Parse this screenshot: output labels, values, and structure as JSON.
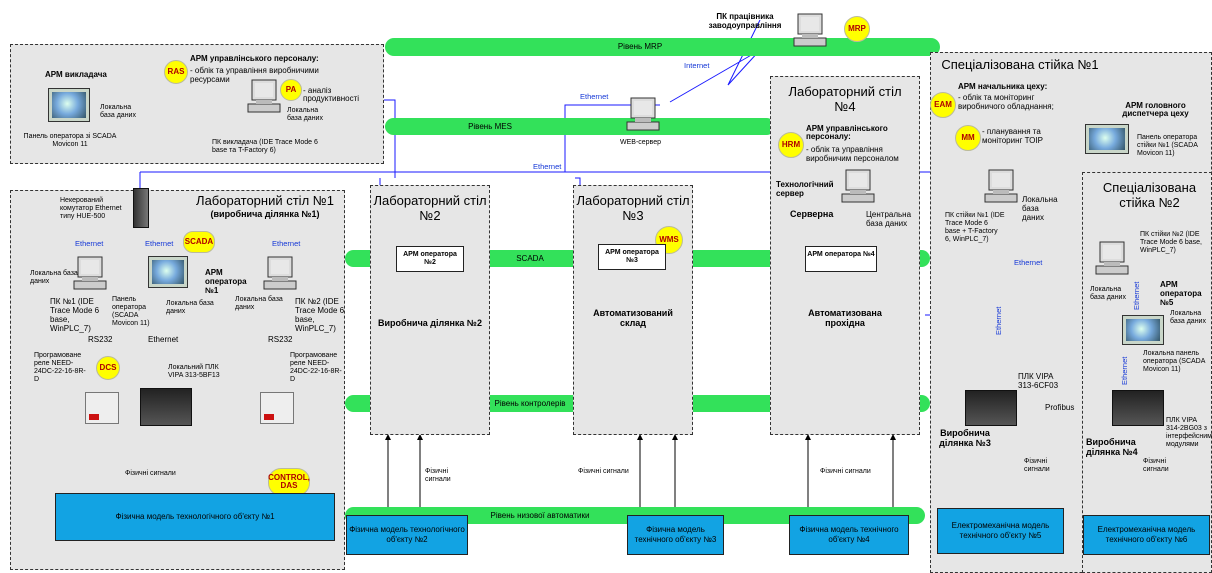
{
  "bands": {
    "mrp": "Рівень MRP",
    "mes": "Рівень MES",
    "scada": "SCADA",
    "controllers": "Рівень контролерів",
    "low": "Рівень низової автоматики"
  },
  "network": {
    "internet": "Internet",
    "ethernet": "Ethernet",
    "profibus": "Profibus",
    "rs232": "RS232"
  },
  "top": {
    "mrp_pc": "ПК працівника заводоуправління",
    "mrp_badge": "MRP",
    "teacher_title": "АРМ викладача",
    "teacher_db": "Локальна база даних",
    "teacher_panel": "Панель оператора зі SCADA Movicon 11",
    "mgmt_title": "АРМ управлінського персоналу:",
    "mgmt_desc": "- облік та управління виробничими ресурсами",
    "ras": "RAS",
    "pa": "PA",
    "pa_desc": "- аналіз продуктивності",
    "mgmt_db": "Локальна база даних",
    "mgmt_pc": "ПК викладача (IDE Trace Mode 6 base та T-Factory 6)",
    "web": "WEB-сервер"
  },
  "lab1": {
    "title": "Лабораторний стіл №1",
    "subtitle": "(виробнича ділянка №1)",
    "switch": "Некерований комутатор Ethernet типу HUE-500",
    "scada": "SCADA",
    "db_left": "Локальна база даних",
    "pc1": "ПК №1 (IDE Trace Mode 6 base, WinPLC_7)",
    "panel": "Панель оператора (SCADA Movicon 11)",
    "arm": "АРМ оператора №1",
    "db_mid": "Локальна база даних",
    "db_right": "Локальна база даних",
    "pc2": "ПК №2 (IDE Trace Mode 6 base, WinPLC_7)",
    "relay1": "Програмоване реле NEED-24DC-22-16-8R-D",
    "dcs": "DCS",
    "plc": "Локальний ПЛК VIPA 313-5BF13",
    "relay2": "Програмоване реле NEED-24DC-22-16-8R-D",
    "signals": "Фізичні сигнали",
    "control": "CONTROL, DAS",
    "model": "Фізична модель технологічного об'єкту №1"
  },
  "lab2": {
    "title": "Лабораторний стіл №2",
    "op": "АРМ оператора №2",
    "area": "Виробнича ділянка №2",
    "signals": "Фізичні сигнали",
    "model": "Фізична модель технологічного об'єкту №2"
  },
  "lab3": {
    "title": "Лабораторний стіл №3",
    "op": "АРМ оператора №3",
    "wms": "WMS",
    "area": "Автоматизований склад",
    "signals": "Фізичні сигнали",
    "model": "Фізична модель технічного об'єкту №3"
  },
  "lab4": {
    "title": "Лабораторний стіл №4",
    "hrm": "HRM",
    "hr_title": "АРМ управлінського персоналу:",
    "hr_desc": "- облік та управління виробничим персоналом",
    "server": "Технологічний сервер",
    "server_room": "Серверна",
    "central_db": "Центральна база даних",
    "op": "АРМ оператора №4",
    "area": "Автоматизована прохідна",
    "signals": "Фізичні сигнали",
    "model": "Фізична модель технічного об'єкту №4"
  },
  "rack1": {
    "title": "Спеціалізована стійка №1",
    "chief": "АРМ начальника цеху:",
    "chief_desc": "- облік та моніторинг виробничого обладнання;",
    "eam": "EAM",
    "mm": "MM",
    "mm_desc": "- планування та моніторинг ТОІР",
    "dispatcher": "АРМ головного диспетчера цеху",
    "panel": "Панель оператора стійки №1 (SCADA Movicon 11)",
    "pc": "ПК стійки №1 (IDE Trace Mode 6 base + T-Factory 6, WinPLC_7)",
    "db": "Локальна база даних",
    "plc": "ПЛК VIPA 313-6CF03",
    "area": "Виробнича ділянка №3",
    "signals": "Фізичні сигнали",
    "model": "Електромеханічна модель технічного об'єкту №5"
  },
  "rack2": {
    "title": "Спеціалізована стійка №2",
    "pc": "ПК стійки №2 (IDE Trace Mode 6 base, WinPLC_7)",
    "arm": "АРМ оператора №5",
    "db1": "Локальна база даних",
    "db2": "Локальна база даних",
    "panel": "Локальна панель оператора (SCADA Movicon 11)",
    "plc": "ПЛК VIPA 314-2BG03 з інтерфейсними модулями",
    "area": "Виробнича ділянка №4",
    "signals": "Фізичні сигнали",
    "model": "Електромеханічна модель технічного об'єкту №6"
  },
  "colors": {
    "band": "#33e15a",
    "box": "#e6e6e6",
    "model": "#12a3e3",
    "badge": "#ffff00",
    "ethernet": "#1437d6"
  }
}
